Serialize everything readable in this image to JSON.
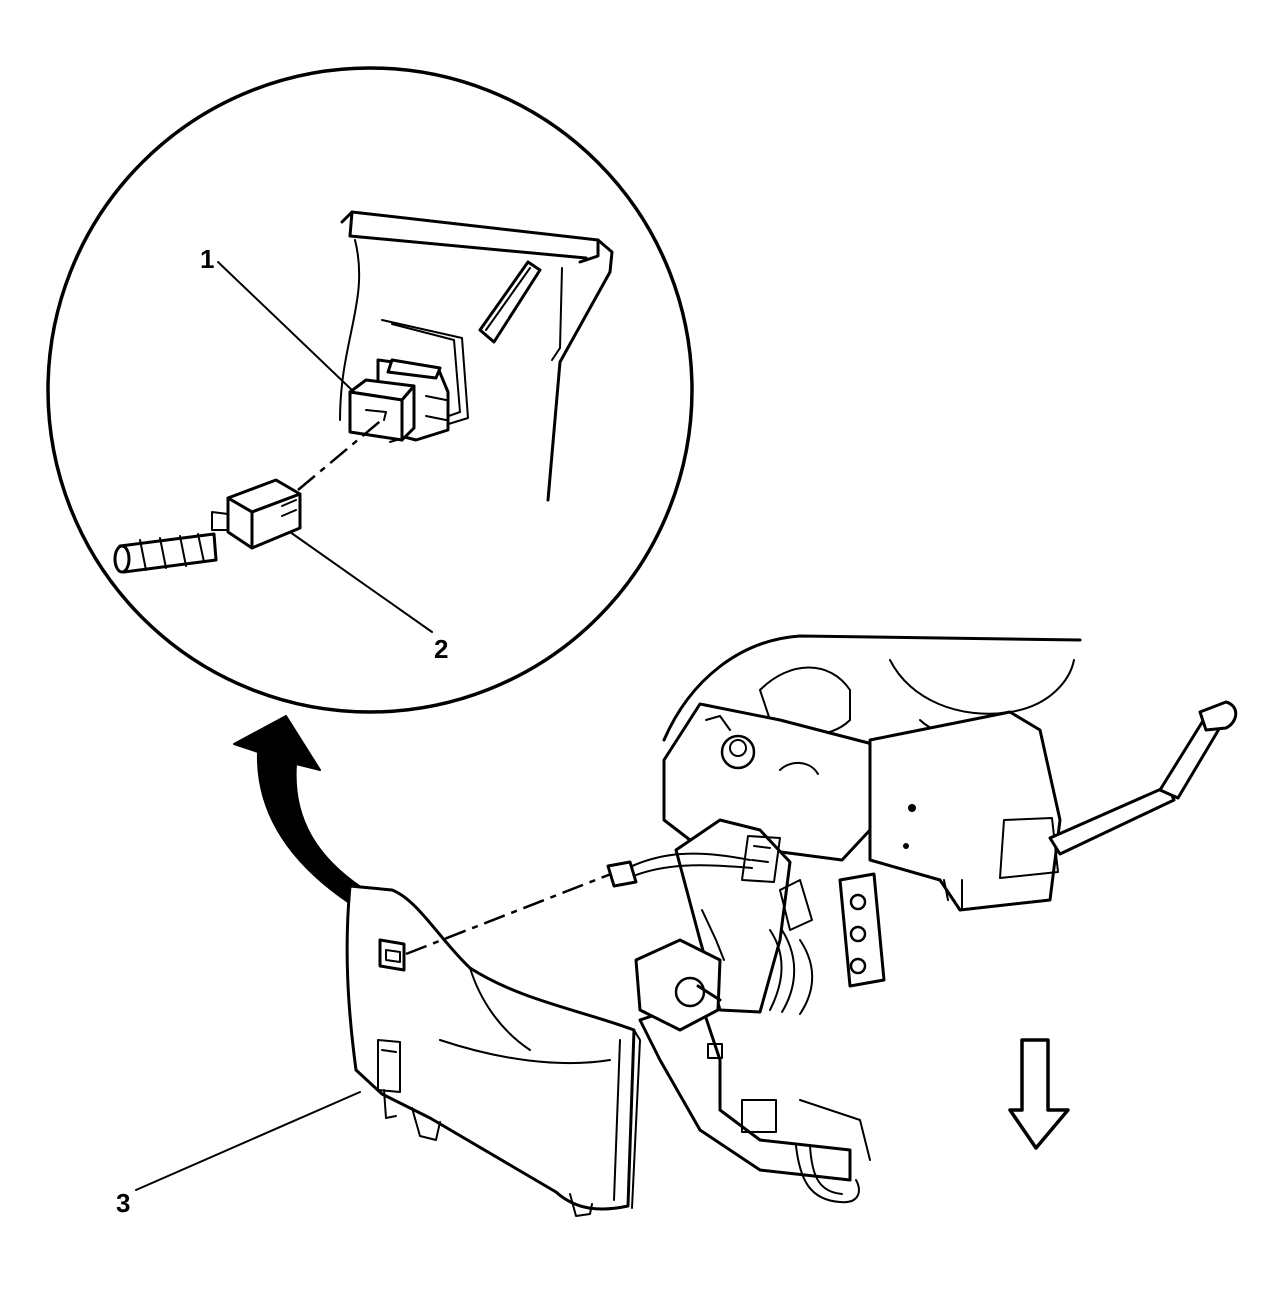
{
  "callouts": {
    "c1": "1",
    "c2": "2",
    "c3": "3"
  },
  "icons": {
    "curved_arrow": "curved-arrow-icon",
    "down_arrow": "down-arrow-icon"
  },
  "colors": {
    "ink": "#000000",
    "paper": "#ffffff"
  }
}
